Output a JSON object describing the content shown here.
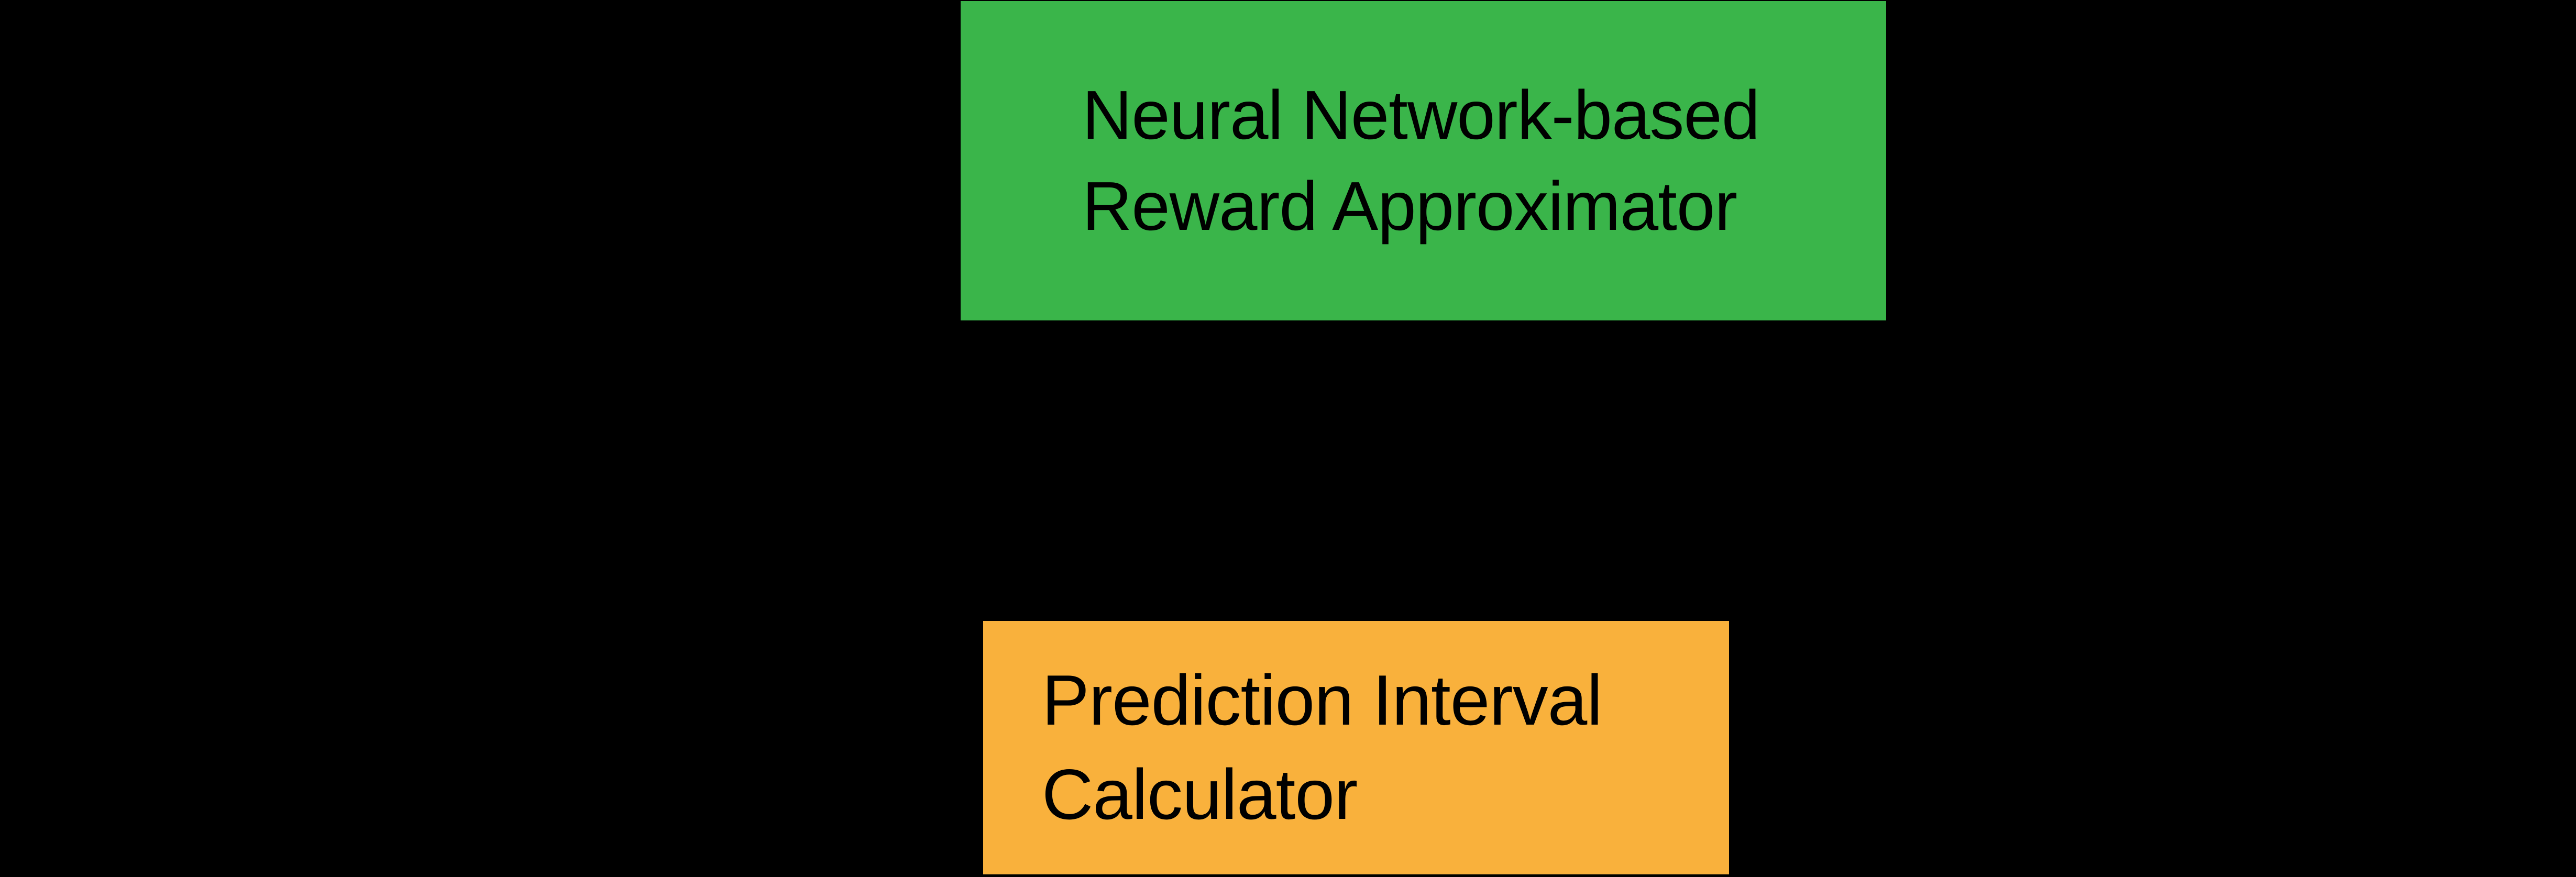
{
  "canvas": {
    "background_color": "#000000"
  },
  "diagram": {
    "nodes": [
      {
        "id": "neural-network-reward-approximator",
        "label_line1": "Neural Network-based",
        "label_line2": "Reward Approximator",
        "fill_color": "#3ab54a",
        "text_color": "#000000"
      },
      {
        "id": "prediction-interval-calculator",
        "label_line1": "Prediction Interval",
        "label_line2": "Calculator",
        "fill_color": "#f9b13c",
        "text_color": "#000000"
      }
    ]
  }
}
